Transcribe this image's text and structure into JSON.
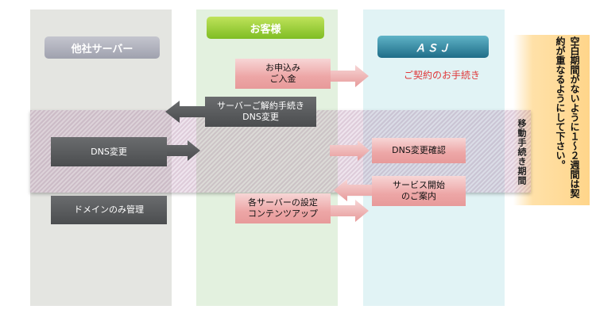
{
  "columns": {
    "other": {
      "header": "他社サーバー"
    },
    "customer": {
      "header": "お客様"
    },
    "asj": {
      "header": "ＡＳＪ"
    }
  },
  "boxes": {
    "apply_payment": "お申込み\nご入金",
    "contract_procedure": "ご契約のお手続き",
    "server_cancel_dns": "サーバーご解約手続き\nDNS変更",
    "dns_change": "DNS変更",
    "dns_change_confirm": "DNS変更確認",
    "service_start": "サービス開始\nのご案内",
    "server_settings": "各サーバーの設定\nコンテンツアップ",
    "domain_only": "ドメインのみ管理"
  },
  "side": {
    "transfer_period": "移動手続き期間",
    "note": "空白期間がないように１～２週間は契約が重なるようにして下さい。"
  },
  "colors": {
    "asj_text": "#e0383a",
    "pink_box": "#eda6a6",
    "dark_box": "#4b4d4f"
  }
}
